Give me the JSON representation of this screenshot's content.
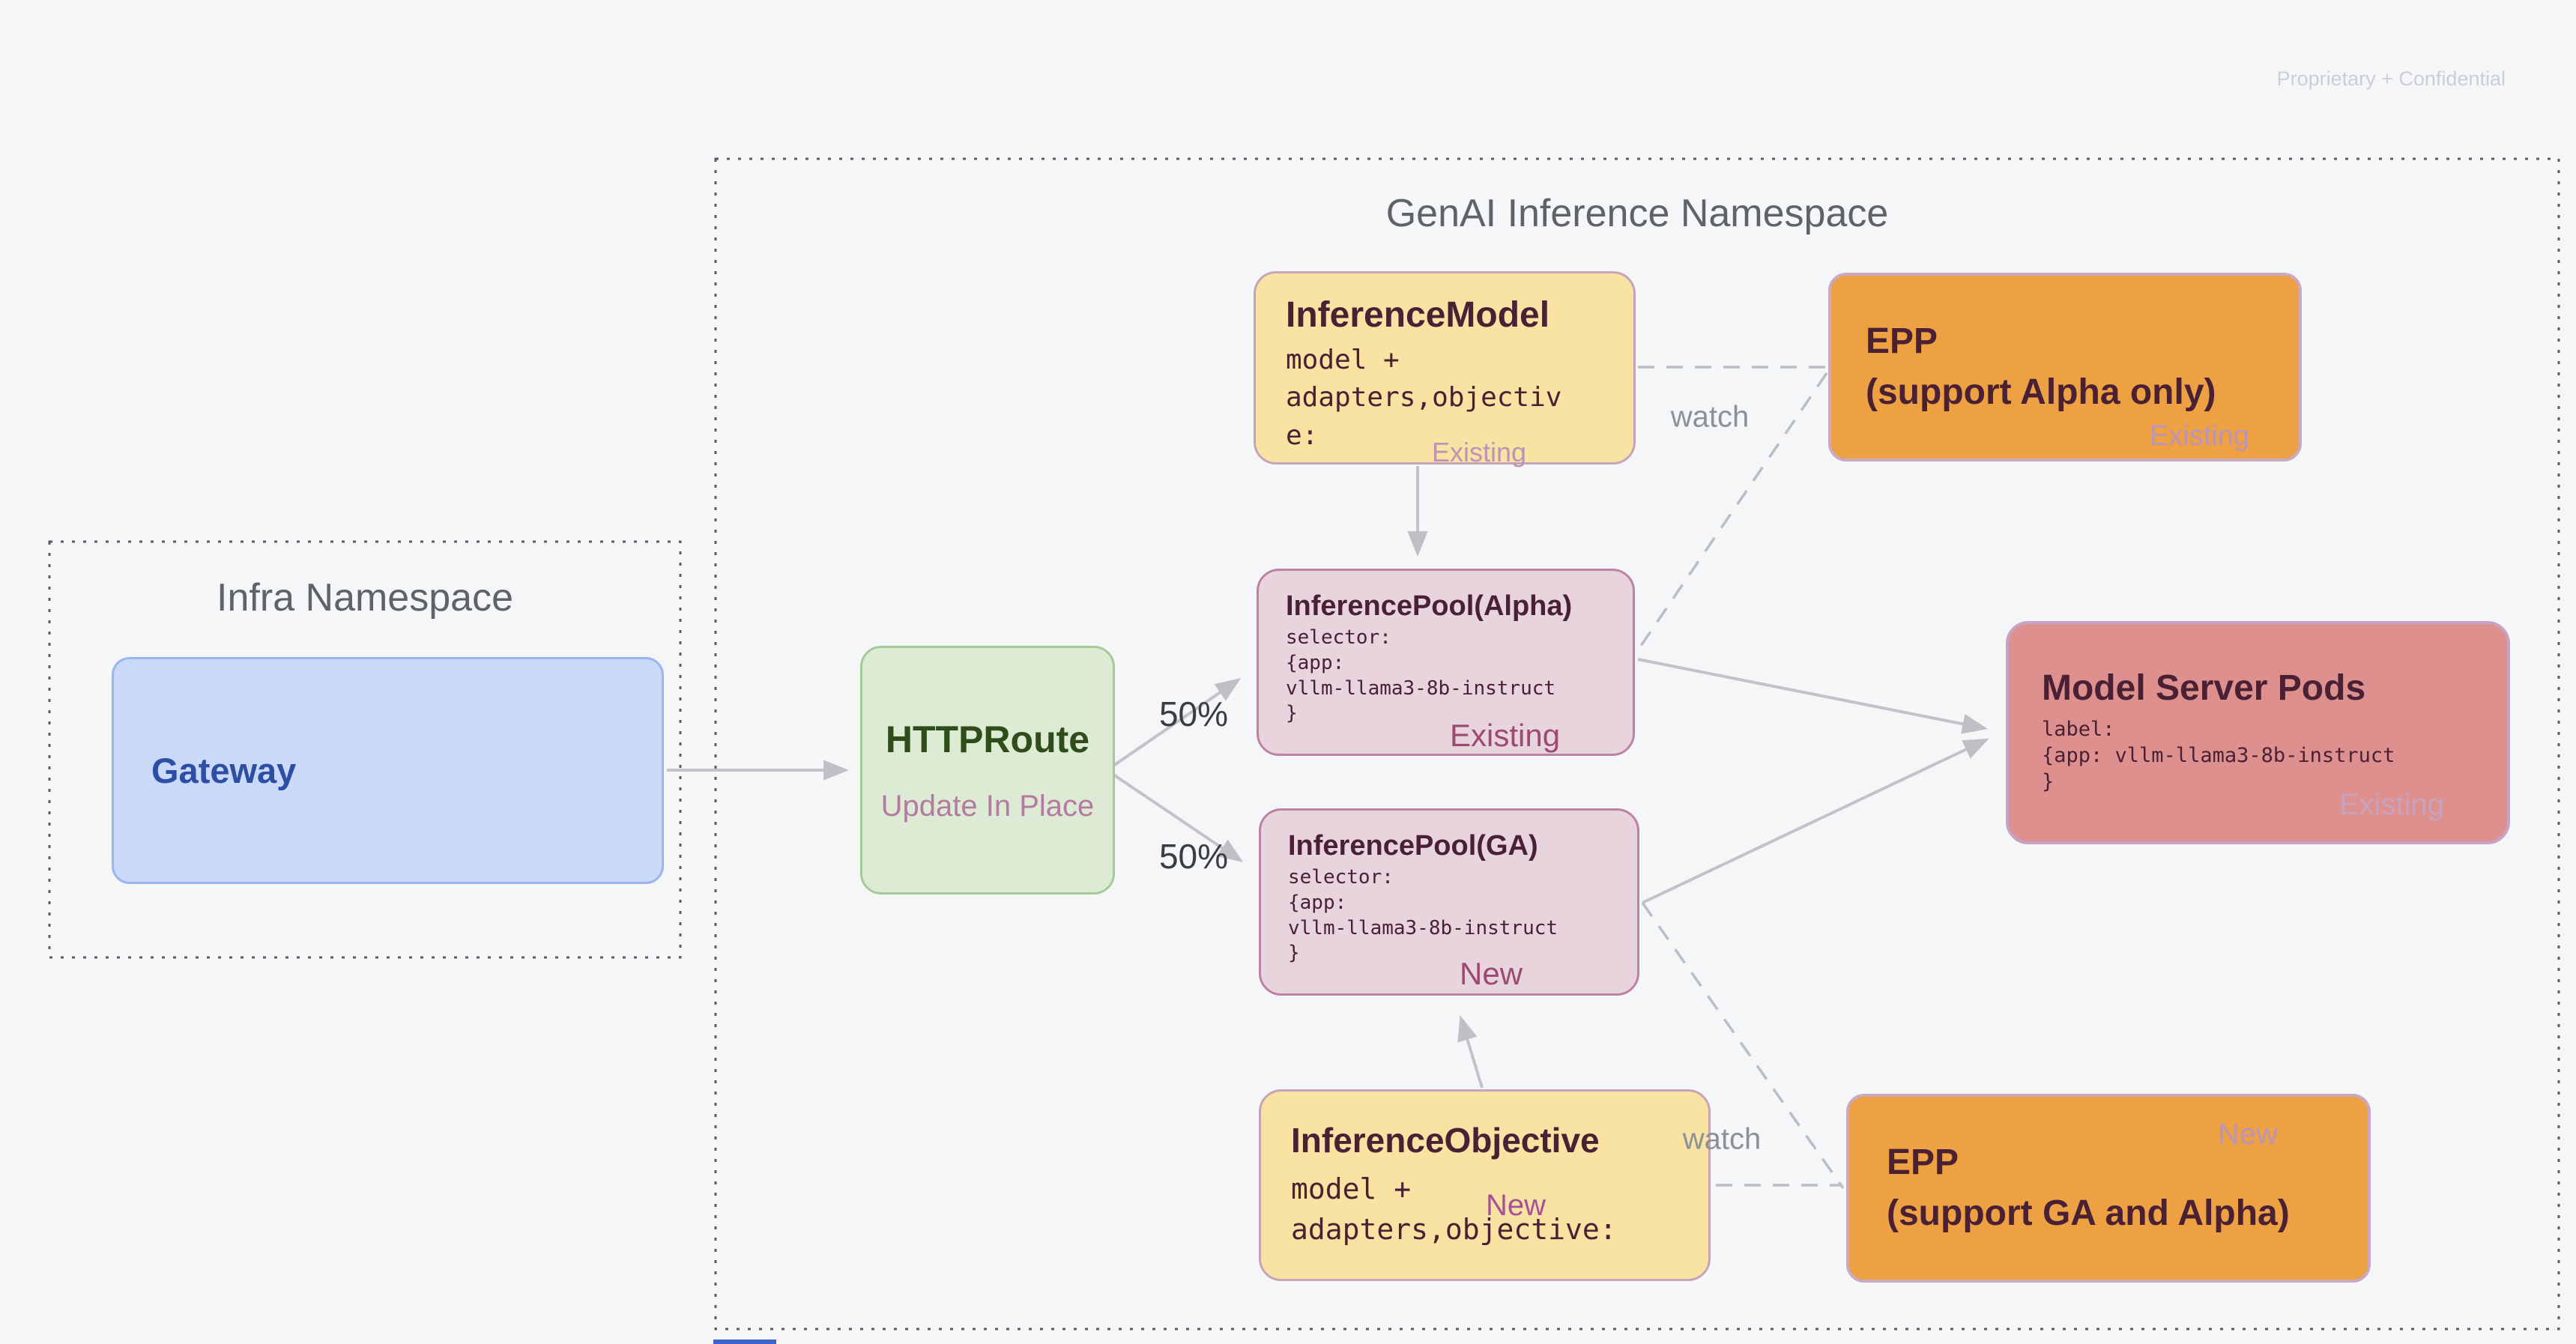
{
  "page": {
    "confidential": "Proprietary + Confidential"
  },
  "colors": {
    "background": "#F5F6F8",
    "yellow_fill": "#F8E3A2",
    "orange_fill": "#EEA143",
    "pink_fill": "#E8D4DD",
    "salmon_fill": "#DE908E",
    "green_fill": "#DDEBD4",
    "blue_fill": "#C9D9F7",
    "maroon_text": "#4A2034",
    "status_dark": "#9C4A72",
    "status_light": "#BB94B8",
    "arrow_gray": "#C1C3C7"
  },
  "diagram": {
    "genai_namespace": {
      "title": "GenAI Inference Namespace"
    },
    "infra_namespace": {
      "title": "Infra Namespace"
    },
    "nodes": {
      "gateway": {
        "title": "Gateway"
      },
      "httproute": {
        "title": "HTTPRoute",
        "subtitle": "Update In Place"
      },
      "inference_model": {
        "title": "InferenceModel",
        "code_lines": [
          "model +",
          "adapters,objectiv",
          "e:"
        ],
        "status": "Existing"
      },
      "epp_alpha": {
        "title_line1": "EPP",
        "title_line2": "(support Alpha only)",
        "status": "Existing"
      },
      "pool_alpha": {
        "title": "InferencePool(Alpha)",
        "code_lines": [
          "selector:",
          "{app:",
          "vllm-llama3-8b-instruct",
          "}"
        ],
        "status": "Existing"
      },
      "pool_ga": {
        "title": "InferencePool(GA)",
        "code_lines": [
          "selector:",
          "{app:",
          "vllm-llama3-8b-instruct",
          "}"
        ],
        "status": "New"
      },
      "model_server_pods": {
        "title": "Model Server Pods",
        "code_lines": [
          "label:",
          "{app: vllm-llama3-8b-instruct",
          "}"
        ],
        "status": "Existing"
      },
      "inference_objective": {
        "title": "InferenceObjective",
        "code_lines": [
          "model +",
          "adapters,objective:"
        ],
        "status": "New"
      },
      "epp_ga": {
        "title_line1": "EPP",
        "title_line2": "(support GA and Alpha)",
        "status": "New"
      }
    },
    "edge_labels": {
      "weight_top": "50%",
      "weight_bottom": "50%",
      "watch_top": "watch",
      "watch_bottom": "watch"
    }
  }
}
